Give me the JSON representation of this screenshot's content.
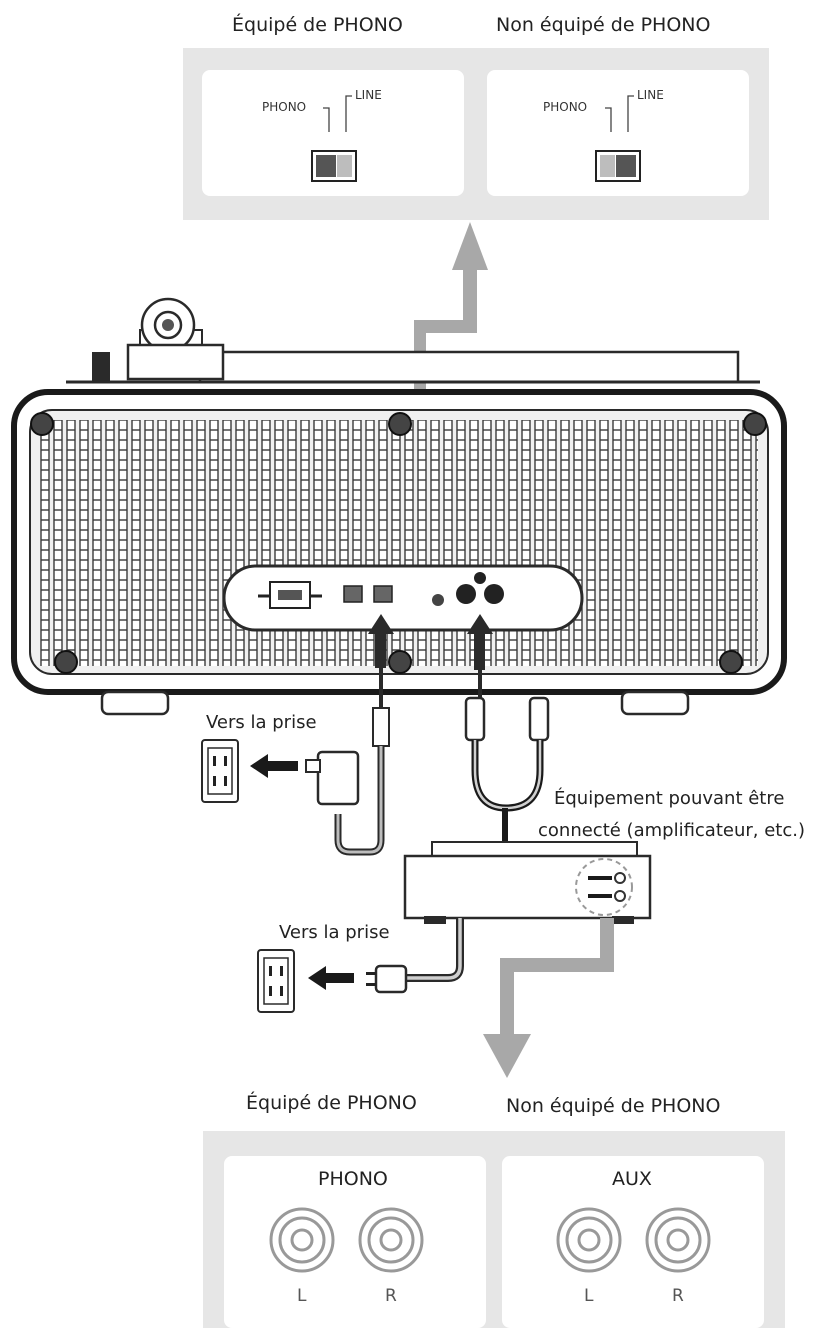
{
  "top_panel": {
    "left_caption": "Équipé de PHONO",
    "right_caption": "Non équipé de PHONO",
    "left_switch": {
      "label_phono": "PHONO",
      "label_line": "LINE",
      "position": "PHONO"
    },
    "right_switch": {
      "label_phono": "PHONO",
      "label_line": "LINE",
      "position": "LINE"
    }
  },
  "power_outlet_label_1": "Vers la prise",
  "power_outlet_label_2": "Vers la prise",
  "equipment_label_line1": "Équipement pouvant être",
  "equipment_label_line2": "connecté (amplificateur, etc.)",
  "bottom_panel": {
    "left_caption": "Équipé de PHONO",
    "right_caption": "Non équipé de PHONO",
    "left_box": {
      "title": "PHONO",
      "left": "L",
      "right": "R"
    },
    "right_box": {
      "title": "AUX",
      "left": "L",
      "right": "R"
    }
  },
  "colors": {
    "panel_gray": "#e6e6e6",
    "arrow_gray": "#a8a8a8",
    "outline": "#2a2a2a"
  }
}
